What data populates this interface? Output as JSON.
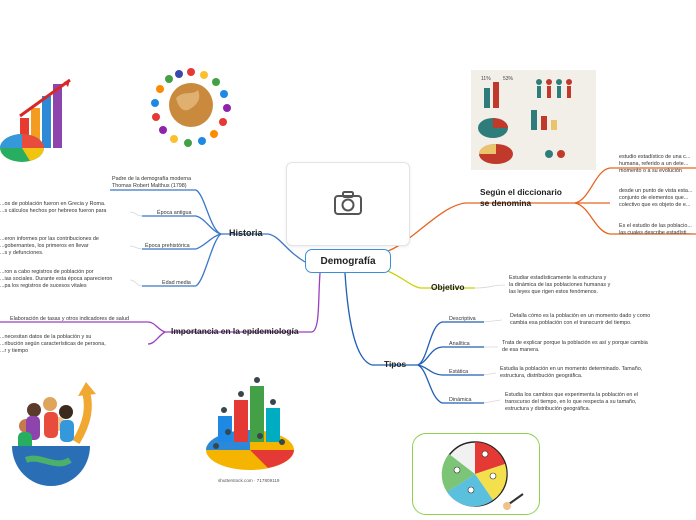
{
  "center": {
    "title": "Demografía"
  },
  "colors": {
    "center_border": "#3b8fd6",
    "historia": "#3a78c8",
    "segun": "#e8641e",
    "objetivo": "#c8d400",
    "tipos": "#1f5fb6",
    "epidemio": "#9b3fbf"
  },
  "historia": {
    "label": "Historia",
    "branches": [
      {
        "label": "Padre de la demografía moderna Thomas Robert Malthus (1798)"
      },
      {
        "label": "Época antigua",
        "detail": [
          "...os de población fueron en Grecia y Roma.",
          "...s cálculos hechos por hebreos fueron para"
        ]
      },
      {
        "label": "Época prehistórica",
        "detail": [
          "...eron informes por las contribuciones de",
          "...gobernantes, los primeros en llevar",
          "...s y defunciones."
        ]
      },
      {
        "label": "Edad media",
        "detail": [
          "...ron a cabo registros de población por",
          "...ias sociales. Durante esta época aparecieron",
          "...pa los registros de sucesos vitales"
        ]
      }
    ]
  },
  "epidemiologia": {
    "label": "Importancia en la epidemiología",
    "items": [
      "Elaboración de tasas y otros indicadores de salud",
      [
        "...necesitan datos de la población y su",
        "...ribución según características de persona,",
        "...r y tiempo"
      ]
    ]
  },
  "segun": {
    "label": [
      "Según el diccionario",
      "se denomina"
    ],
    "items": [
      [
        "estudio estadístico de una c...",
        "humana, referido a un dete...",
        "momento o a su evolución"
      ],
      [
        "desde un punto de vista esta...",
        "conjunto de elementos que...",
        "colectivo que es objeto de e..."
      ],
      [
        "Es el estudio de las poblacio...",
        "las cuales describe estadísti..."
      ]
    ]
  },
  "objetivo": {
    "label": "Objetivo",
    "text": [
      "Estudiar estadísticamente la estructura y",
      "la dinámica de las poblaciones humanas y",
      "las leyes que rigen estos fenómenos."
    ]
  },
  "tipos": {
    "label": "Tipos",
    "items": [
      {
        "label": "Descriptiva",
        "text": [
          "Detalla cómo es la población en un momento dado y como",
          "cambia esa población con el transcurrir del tiempo."
        ]
      },
      {
        "label": "Analítica",
        "text": [
          "Trata de explicar porque la población es así y porque cambia",
          "de esa manera."
        ]
      },
      {
        "label": "Estática",
        "text": [
          "Estudia la población  en un momento determinado. Tamaño,",
          "estructura, distribución geográfica."
        ]
      },
      {
        "label": "Dinámica",
        "text": [
          "Estudia los cambios que experimenta la población en el",
          "transcurso del tiempo, en lo que respecta a su tamaño,",
          "estructura y distribución geográfica."
        ]
      }
    ]
  },
  "images": {
    "shutterstock_caption": "shutterstock.com · 717809119",
    "placeholder_icon": "camera-icon"
  },
  "chart_labels": {
    "a": "11%",
    "b": "53%"
  }
}
